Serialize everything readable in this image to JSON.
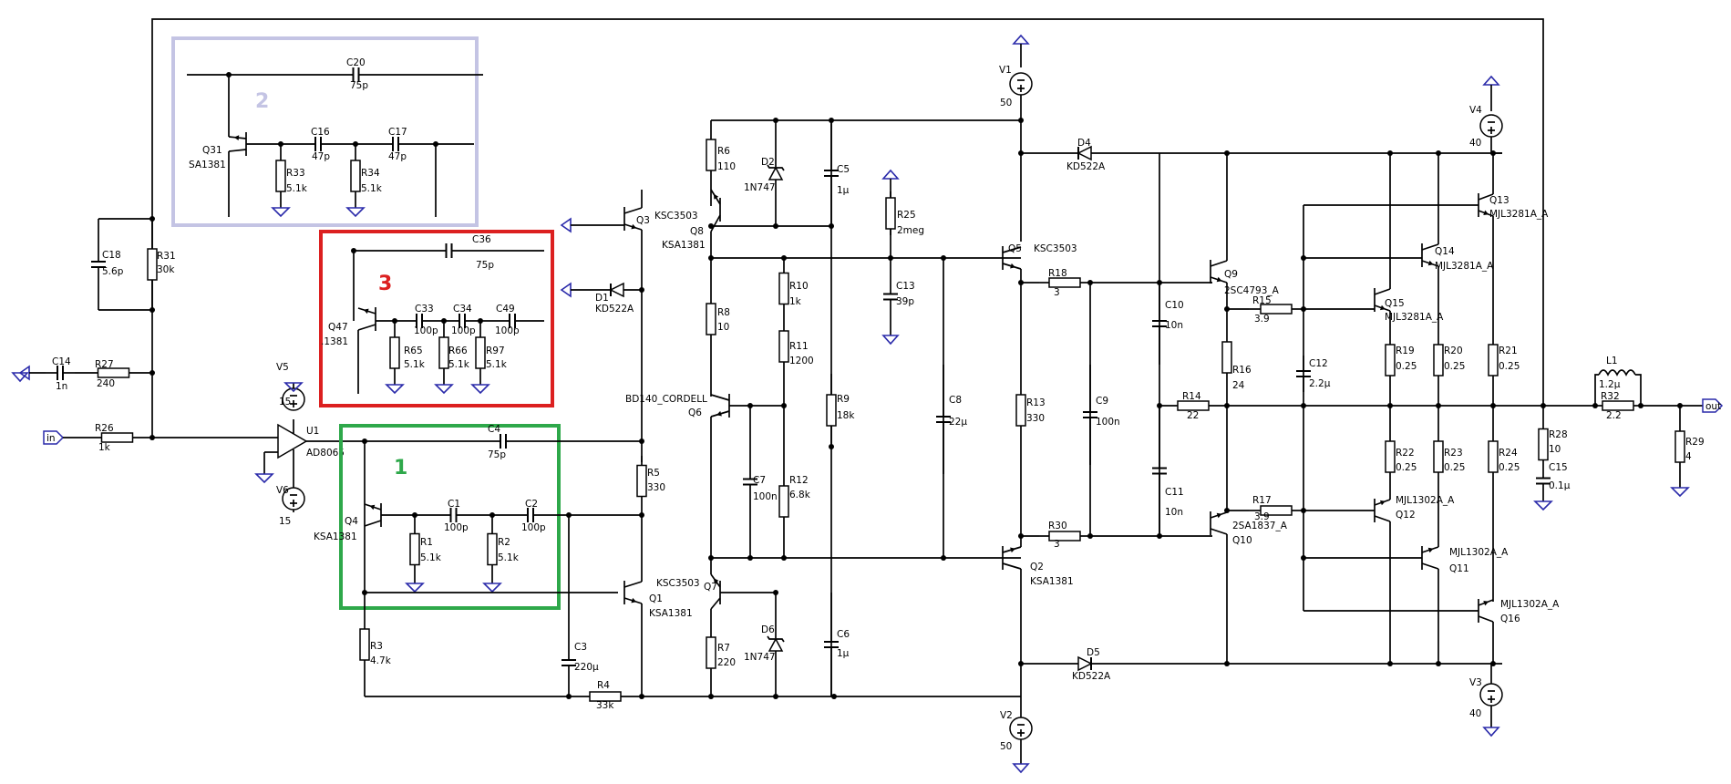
{
  "colors": {
    "wire": "#000000",
    "ground": "#2a2aaa",
    "box_1": "#2ea84a",
    "box_2": "#c4c4e4",
    "box_3": "#dc2020"
  },
  "boxes": {
    "b1": "1",
    "b2": "2",
    "b3": "3"
  },
  "ports": {
    "in": "in",
    "out": "out"
  },
  "labels": {
    "C20": "C20",
    "C20v": "75p",
    "Q31": "Q31",
    "Q31t": "SA1381",
    "C16": "C16",
    "C16v": "47p",
    "C17": "C17",
    "C17v": "47p",
    "R33": "R33",
    "R33v": "5.1k",
    "R34": "R34",
    "R34v": "5.1k",
    "C18": "C18",
    "C18v": "5.6p",
    "R31": "R31",
    "R31v": "30k",
    "C14": "C14",
    "C14v": "1n",
    "R27": "R27",
    "R27v": "240",
    "R26": "R26",
    "R26v": "1k",
    "C36": "C36",
    "C36v": "75p",
    "Q47": "Q47",
    "Q47t": ".1381",
    "C33": "C33",
    "C33v": "100p",
    "C34": "C34",
    "C34v": "100p",
    "C49": "C49",
    "C49v": "100p",
    "R65": "R65",
    "R65v": "5.1k",
    "R66": "R66",
    "R66v": "5.1k",
    "R97": "R97",
    "R97v": "5.1k",
    "V5": "V5",
    "V5v": "15",
    "V6": "V6",
    "V6v": "15",
    "U1": "U1",
    "U1t": "AD8065",
    "C4": "C4",
    "C4v": "75p",
    "Q4": "Q4",
    "Q4t": "KSA1381",
    "C1": "C1",
    "C1v": "100p",
    "C2": "C2",
    "C2v": "100p",
    "R1": "R1",
    "R1v": "5.1k",
    "R2": "R2",
    "R2v": "5.1k",
    "R3": "R3",
    "R3v": "4.7k",
    "C3": "C3",
    "C3v": "220µ",
    "R4": "R4",
    "R4v": "33k",
    "Q3": "Q3",
    "Q3t": "KSC3503",
    "D1": "D1",
    "D1t": "KD522A",
    "R5": "R5",
    "R5v": "330",
    "Q6t": "BD140_CORDELL",
    "Q6": "Q6",
    "Q1t1": "KSC3503",
    "Q1": "Q1",
    "Q1t2": "KSA1381",
    "R6": "R6",
    "R6v": "110",
    "D2": "D2",
    "D2t": "1N747",
    "Q8": "Q8",
    "Q8t": "KSA1381",
    "R8": "R8",
    "R8v": "10",
    "R10": "R10",
    "R10v": "1k",
    "R11": "R11",
    "R11v": "1200",
    "C7": "C7",
    "C7v": "100n",
    "R12": "R12",
    "R12v": "6.8k",
    "Q7": "Q7",
    "R7": "R7",
    "R7v": "220",
    "D6": "D6",
    "D6t": "1N747",
    "C5": "C5",
    "C5v": "1µ",
    "R9": "R9",
    "R9v": "18k",
    "C6": "C6",
    "C6v": "1µ",
    "R25": "R25",
    "R25v": "2meg",
    "C13": "C13",
    "C13v": "39p",
    "C8": "C8",
    "C8v": "22µ",
    "V1": "V1",
    "V1v": "50",
    "V2": "V2",
    "V2v": "50",
    "Q5": "Q5",
    "Q5t": "KSC3503",
    "Q2": "Q2",
    "Q2t": "KSA1381",
    "R13": "R13",
    "R13v": "330",
    "R18": "R18",
    "R18v": "3",
    "R30": "R30",
    "R30v": "3",
    "C9": "C9",
    "C9v": "100n",
    "C10": "C10",
    "C10v": "10n",
    "C11": "C11",
    "C11v": "10n",
    "R14": "R14",
    "R14v": "22",
    "D4": "D4",
    "D4t": "KD522A",
    "D5": "D5",
    "D5t": "KD522A",
    "Q9": "Q9",
    "Q9t": "2SC4793_A",
    "Q10": "Q10",
    "Q10t": "2SA1837_A",
    "R15": "R15",
    "R15v": "3.9",
    "R17": "R17",
    "R17v": "3.9",
    "R16": "R16",
    "R16v": "24",
    "C12": "C12",
    "C12v": "2.2µ",
    "Q15": "Q15",
    "Q15t": "MJL3281A_A",
    "Q14": "Q14",
    "Q14t": "MJL3281A_A",
    "Q13": "Q13",
    "Q13t": "MJL3281A_A",
    "Q12": "Q12",
    "Q12t": "MJL1302A_A",
    "Q11": "Q11",
    "Q11t": "MJL1302A_A",
    "Q16": "Q16",
    "Q16t": "MJL1302A_A",
    "R19": "R19",
    "R19v": "0.25",
    "R20": "R20",
    "R20v": "0.25",
    "R21": "R21",
    "R21v": "0.25",
    "R22": "R22",
    "R22v": "0.25",
    "R23": "R23",
    "R23v": "0.25",
    "R24": "R24",
    "R24v": "0.25",
    "V4": "V4",
    "V4v": "40",
    "V3": "V3",
    "V3v": "40",
    "R28": "R28",
    "R28v": "10",
    "C15": "C15",
    "C15v": "0.1µ",
    "L1": "L1",
    "L1v": "1.2µ",
    "R32": "R32",
    "R32v": "2.2",
    "R29": "R29",
    "R29v": "4"
  }
}
